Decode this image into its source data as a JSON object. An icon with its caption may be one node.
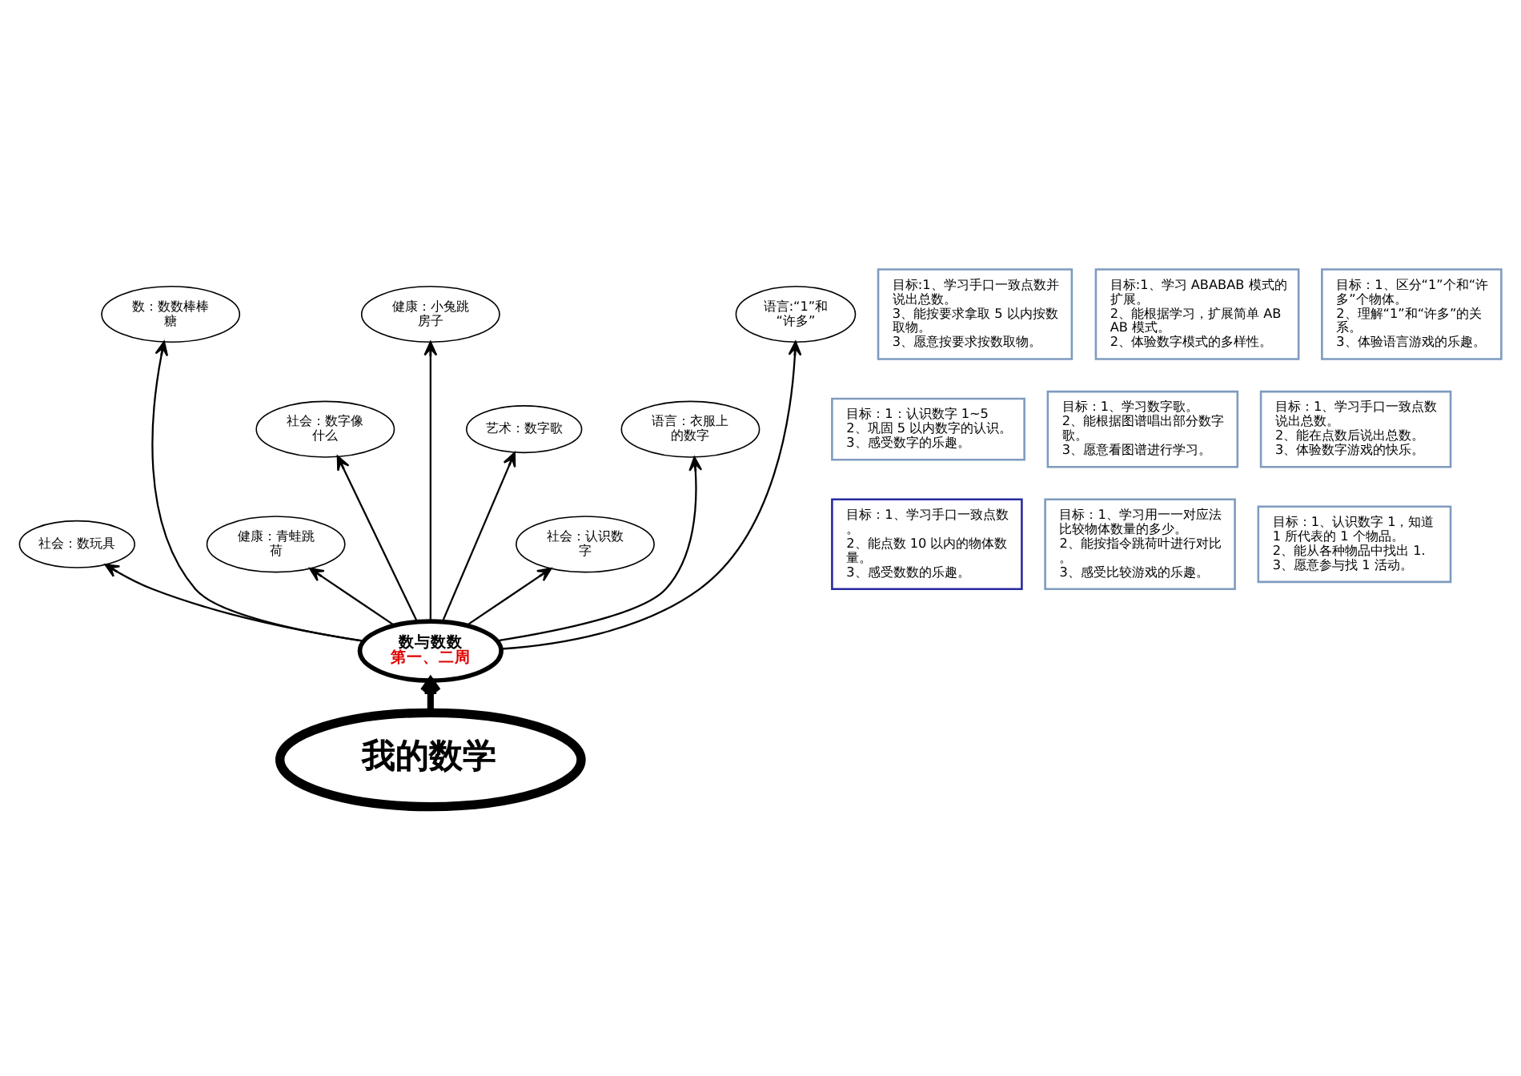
{
  "diagram": {
    "nodes": [
      {
        "text": [
          "我的数学"
        ]
      },
      {
        "text": [
          "数与数数",
          "第一、二周"
        ]
      },
      {
        "text": [
          "社会：数玩具"
        ]
      },
      {
        "text": [
          "数：数数棒棒糖"
        ]
      },
      {
        "text": [
          "健康：青蛙跳荷"
        ]
      },
      {
        "text": [
          "社会：数字像什么"
        ]
      },
      {
        "text": [
          "健康：小兔跳房子"
        ]
      },
      {
        "text": [
          "艺术：数字歌"
        ]
      },
      {
        "text": [
          "社会：认识数字"
        ]
      },
      {
        "text": [
          "语言：衣服上的数字"
        ]
      },
      {
        "text": [
          "语言:“1”和“许多”"
        ]
      },
      {
        "text": [
          "目标：1、学习手口一致点数。",
          "2、能点数 10 以内的物体数量。",
          "3、感受数数的乐趣。"
        ]
      },
      {
        "text": [
          "目标:1、学习手口一致点数并说出总数。",
          "3、能按要求拿取 5 以内按数取物。",
          "3、愿意按要求按数取物。"
        ]
      },
      {
        "text": [
          "目标：1、学习用一一对应法比较物体数量的多少。",
          "2、能按指令跳荷叶进行对比。",
          "3、感受比较游戏的乐趣。"
        ]
      },
      {
        "text": [
          "目标：1：认识数字 1~5",
          "2、巩固 5 以内数字的认识。",
          "3、感受数字的乐趣。"
        ]
      },
      {
        "text": [
          "目标:1、学习 ABABAB 模式的扩展。",
          "2、能根据学习，扩展简单 ABAB 模式。",
          "2、体验数字模式的多样性。"
        ]
      },
      {
        "text": [
          "目标：1、学习数字歌。",
          "2、能根据图谱唱出部分数字歌。",
          "3、愿意看图谱进行学习。"
        ]
      },
      {
        "text": [
          "目标：1、认识数字 1，知道 1 所代表的 1 个物品。",
          "2、能从各种物品中找出 1.",
          "3、愿意参与找 1 活动。"
        ]
      },
      {
        "text": [
          "目标：1、学习手口一致点数说出总数。",
          "2、能在点数后说出总数。",
          "3、体验数字游戏的快乐。"
        ]
      },
      {
        "text": [
          "目标：1、区分“1”个和“许多”个物体。",
          "2、理解“1”和“许多”的关系。",
          "3、体验语言游戏的乐趣。"
        ]
      }
    ],
    "edges": [
      {
        "from": 0,
        "to": 1,
        "arrow": "to",
        "style": "thick"
      },
      {
        "from": 1,
        "to": 2,
        "arrow": "to"
      },
      {
        "from": 1,
        "to": 3,
        "arrow": "to"
      },
      {
        "from": 1,
        "to": 4,
        "arrow": "to"
      },
      {
        "from": 1,
        "to": 5,
        "arrow": "to"
      },
      {
        "from": 1,
        "to": 6,
        "arrow": "to"
      },
      {
        "from": 1,
        "to": 7,
        "arrow": "to"
      },
      {
        "from": 1,
        "to": 8,
        "arrow": "to"
      },
      {
        "from": 1,
        "to": 9,
        "arrow": "to"
      },
      {
        "from": 1,
        "to": 10,
        "arrow": "to"
      }
    ]
  }
}
